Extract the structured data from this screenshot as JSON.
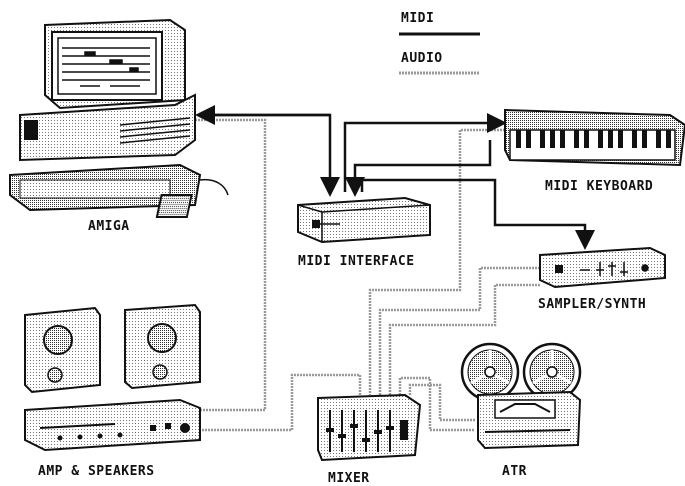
{
  "legend": {
    "midi_label": "MIDI",
    "audio_label": "AUDIO"
  },
  "devices": {
    "amiga": "AMIGA",
    "midi_interface": "MIDI INTERFACE",
    "midi_keyboard": "MIDI KEYBOARD",
    "sampler_synth": "SAMPLER/SYNTH",
    "amp_speakers": "AMP & SPEAKERS",
    "mixer": "MIXER",
    "atr": "ATR"
  },
  "colors": {
    "midi_line": "#111111",
    "audio_line": "#9a9a9a",
    "background": "#ffffff"
  }
}
